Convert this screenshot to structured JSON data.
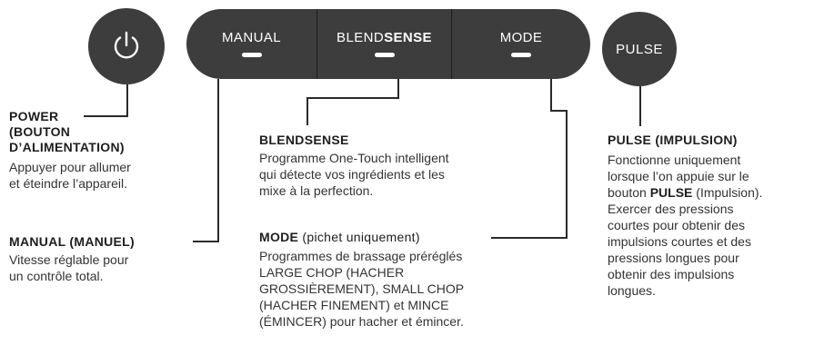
{
  "controls": {
    "power_icon": "power-icon",
    "pulse_label": "PULSE",
    "manual_label": "MANUAL",
    "blendsense_label_part1": "BLEND",
    "blendsense_label_part2": "SENSE",
    "mode_label": "MODE"
  },
  "annotations": {
    "power": {
      "heading_line1": "POWER",
      "heading_line2": "(BOUTON",
      "heading_line3": "D’ALIMENTATION)",
      "body_line1": "Appuyer pour allumer",
      "body_line2": "et éteindre l’appareil."
    },
    "manual": {
      "heading": "MANUAL (MANUEL)",
      "body_line1": "Vitesse réglable pour",
      "body_line2": "un contrôle total."
    },
    "blendsense": {
      "heading": "BLENDSENSE",
      "body_line1": "Programme One-Touch intelligent",
      "body_line2": "qui détecte vos ingrédients et les",
      "body_line3": "mixe à la perfection."
    },
    "mode": {
      "heading_bold": "MODE",
      "heading_rest": " (pichet uniquement)",
      "body_line1": "Programmes de brassage préréglés",
      "body_line2": "LARGE CHOP (HACHER",
      "body_line3": "GROSSIÈREMENT), SMALL CHOP",
      "body_line4": "(HACHER FINEMENT) et MINCE",
      "body_line5": "(ÉMINCER) pour hacher et émincer."
    },
    "pulse": {
      "heading": "PULSE (IMPULSION)",
      "body_line1": "Fonctionne uniquement",
      "body_line2": "lorsque l’on appuie sur le",
      "body_line3_pre": "bouton ",
      "body_line3_bold": "PULSE",
      "body_line3_post": " (Impulsion).",
      "body_line4": "Exercer des pressions",
      "body_line5": "courtes pour obtenir des",
      "body_line6": "impulsions courtes et des",
      "body_line7": "pressions longues pour",
      "body_line8": "obtenir des impulsions",
      "body_line9": "longues."
    }
  }
}
